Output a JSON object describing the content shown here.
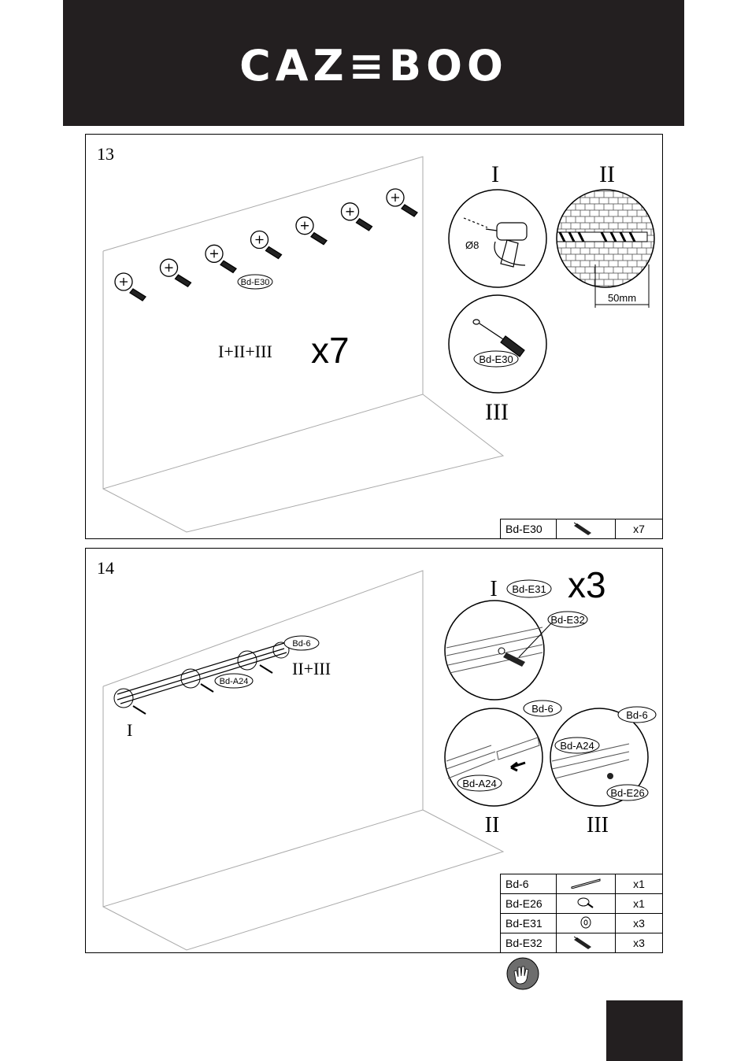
{
  "header": {
    "brand": "CAZ≡BOO"
  },
  "step13": {
    "number": "13",
    "detail_labels": {
      "i": "I",
      "ii": "II",
      "iii": "III"
    },
    "combo_label": "I+II+III",
    "multiplier": "x7",
    "part_callout": "Bd-E30",
    "drill_size": "Ø8",
    "depth": "50mm",
    "parts": [
      {
        "code": "Bd-E30",
        "icon": "screw-anchor-icon",
        "qty": "x7"
      }
    ]
  },
  "step14": {
    "number": "14",
    "detail_labels": {
      "i": "I",
      "ii": "II",
      "iii": "III",
      "ii_iii": "II+III"
    },
    "multiplier": "x3",
    "callouts": {
      "bd6": "Bd-6",
      "bda24": "Bd-A24",
      "bde31": "Bd-E31",
      "bde32": "Bd-E32",
      "bde26": "Bd-E26"
    },
    "parts": [
      {
        "code": "Bd-6",
        "icon": "rail-strip-icon",
        "qty": "x1"
      },
      {
        "code": "Bd-E26",
        "icon": "screw-icon",
        "qty": "x1"
      },
      {
        "code": "Bd-E31",
        "icon": "washer-icon",
        "qty": "x3"
      },
      {
        "code": "Bd-E32",
        "icon": "screw-anchor-icon",
        "qty": "x3"
      }
    ]
  },
  "footer": {
    "glove_icon": "gloves-icon"
  }
}
